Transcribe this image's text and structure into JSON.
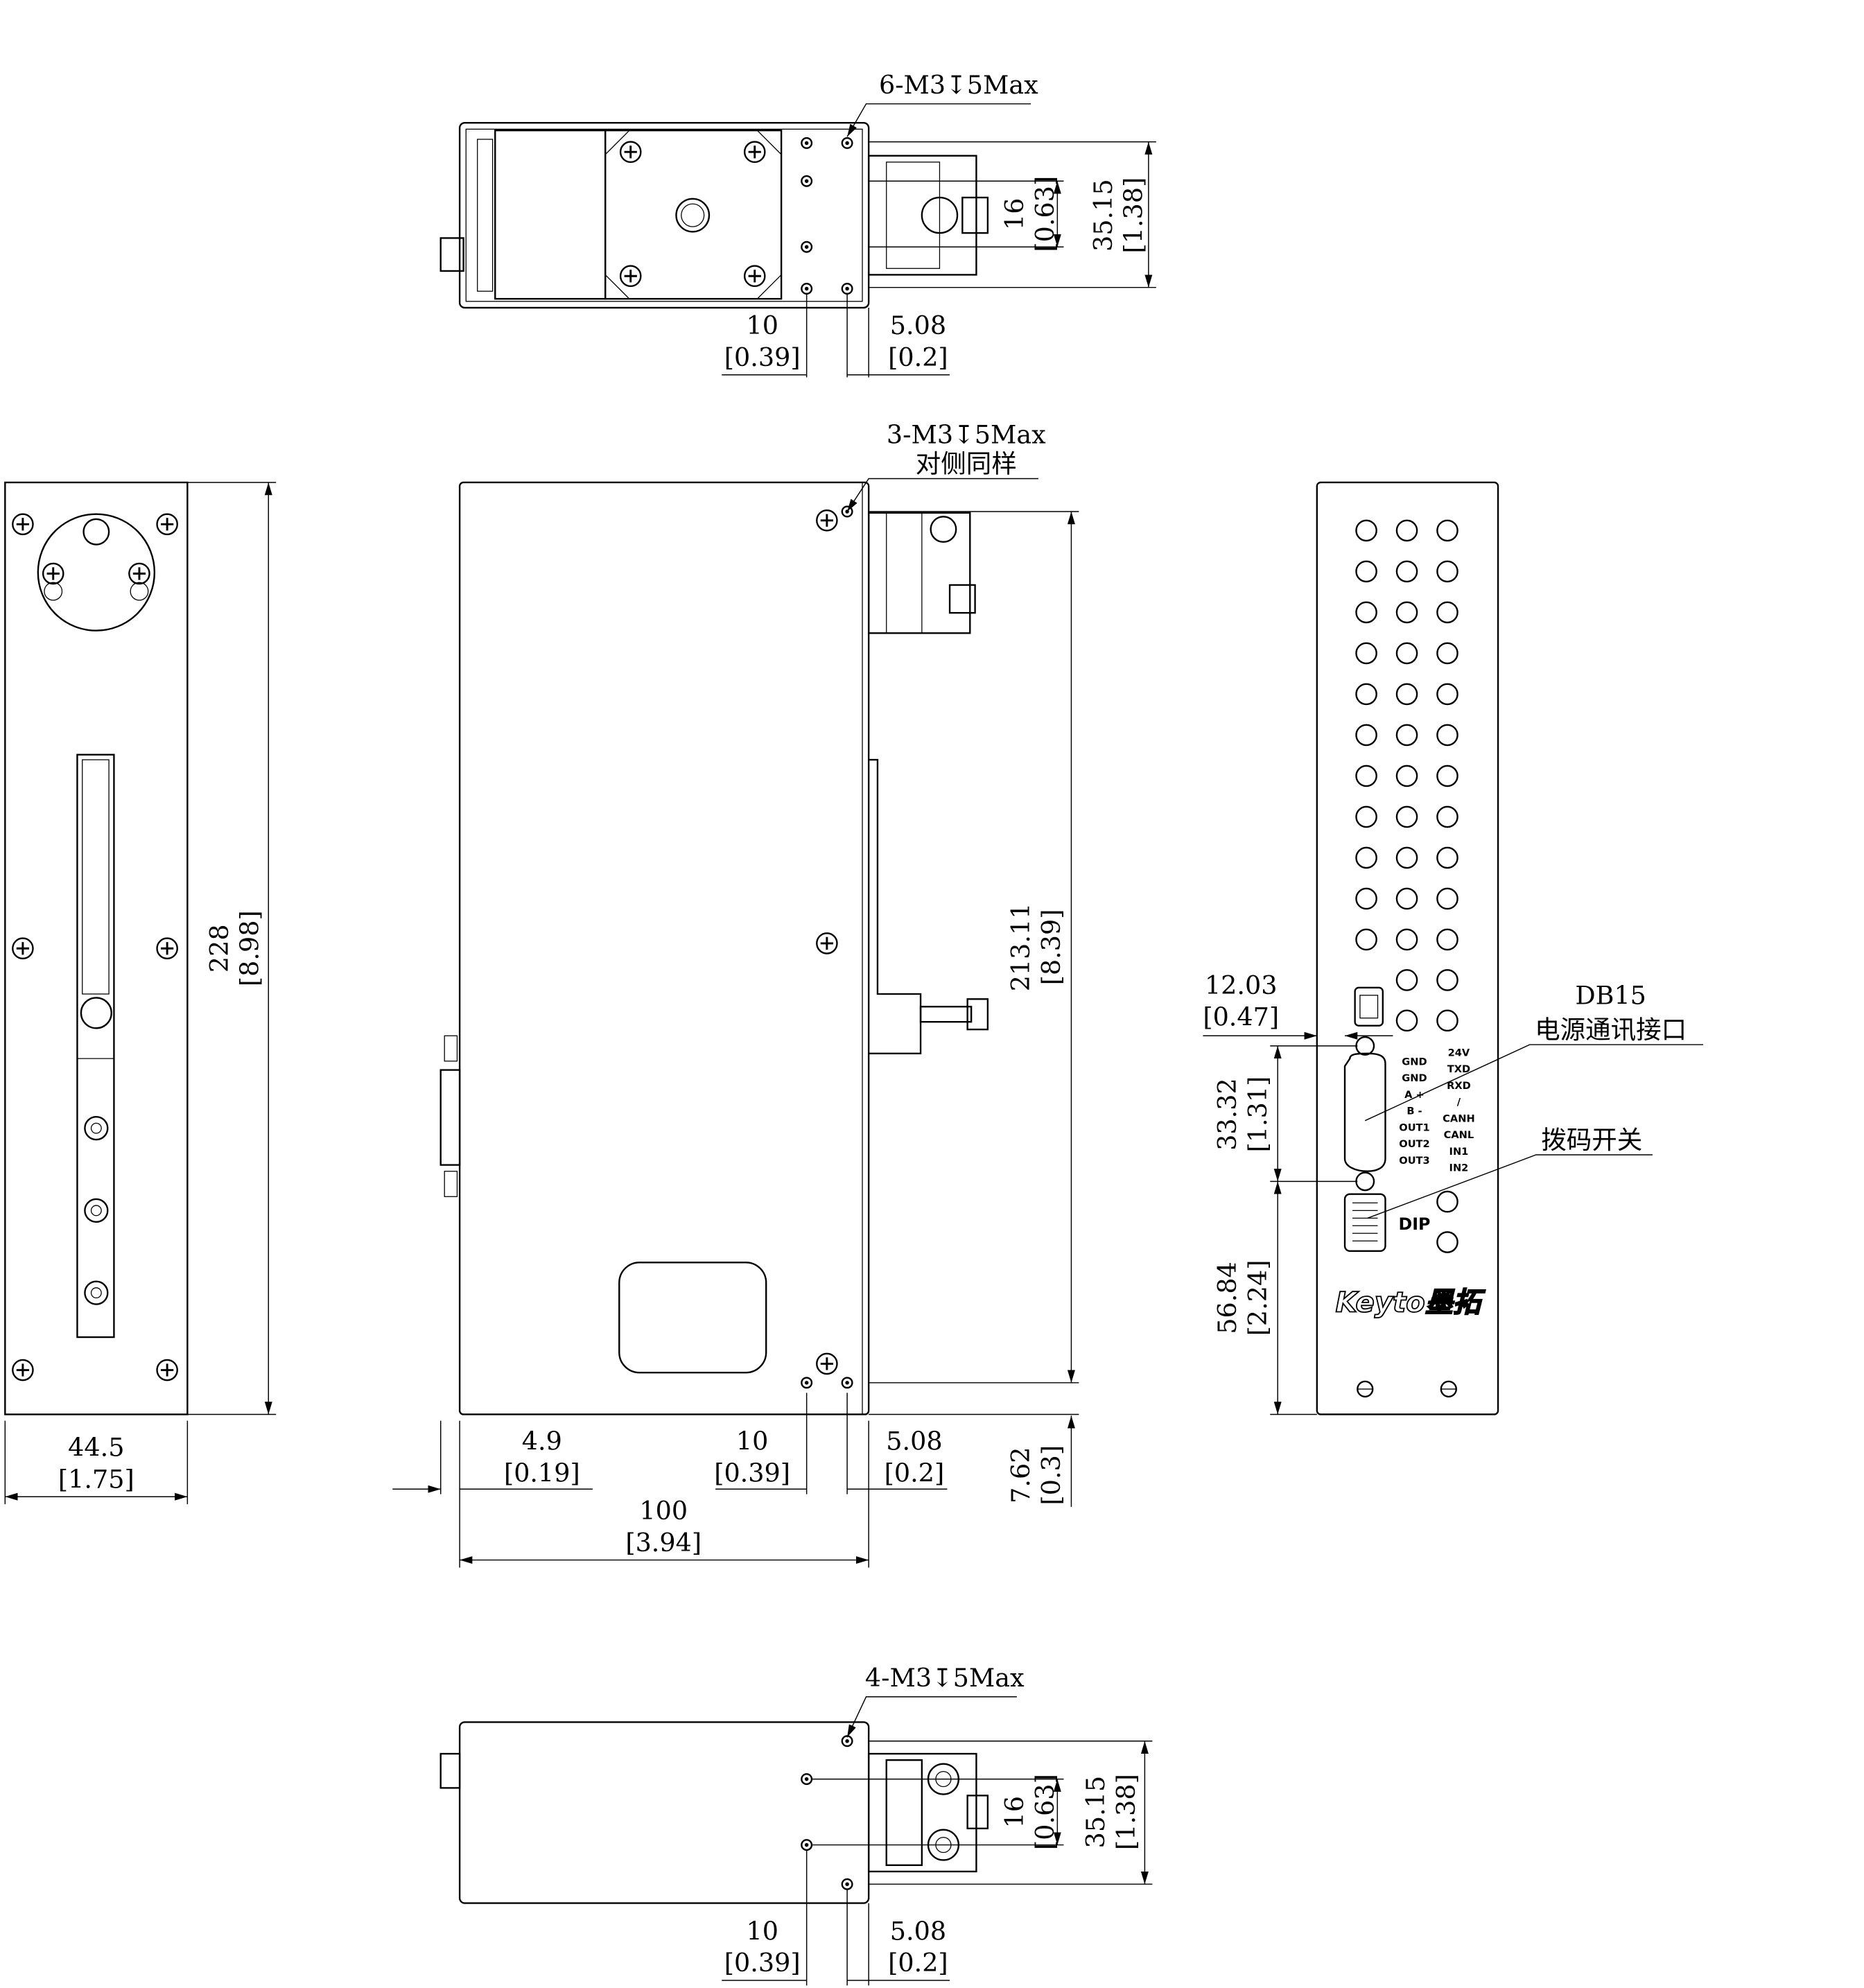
{
  "top_view": {
    "callout": "6-M3↧5Max",
    "dim_height": "35.15",
    "dim_height_in": "[1.38]",
    "dim_spacing": "16",
    "dim_spacing_in": "[0.63]",
    "dim_offset": "10",
    "dim_offset_in": "[0.39]",
    "dim_edge": "5.08",
    "dim_edge_in": "[0.2]"
  },
  "side_view": {
    "dim_height": "228",
    "dim_height_in": "[8.98]",
    "dim_width": "44.5",
    "dim_width_in": "[1.75]"
  },
  "front_view": {
    "callout": "3-M3↧5Max",
    "callout_note": "对侧同样",
    "dim_hole_span": "213.11",
    "dim_hole_span_in": "[8.39]",
    "dim_left": "4.9",
    "dim_left_in": "[0.19]",
    "dim_offset": "10",
    "dim_offset_in": "[0.39]",
    "dim_edge": "5.08",
    "dim_edge_in": "[0.2]",
    "dim_width": "100",
    "dim_width_in": "[3.94]",
    "dim_bottom": "7.62",
    "dim_bottom_in": "[0.3]"
  },
  "panel_view": {
    "dim_connector_x": "12.03",
    "dim_connector_x_in": "[0.47]",
    "dim_db15": "33.32",
    "dim_db15_in": "[1.31]",
    "dim_bottom": "56.84",
    "dim_bottom_in": "[2.24]",
    "db15_label": "DB15",
    "db15_desc": "电源通讯接口",
    "dip_desc": "拨码开关",
    "dip_label": "DIP",
    "pins_left": [
      "GND",
      "GND",
      "A +",
      "B -",
      "OUT1",
      "OUT2",
      "OUT3"
    ],
    "pins_right": [
      "24V",
      "TXD",
      "RXD",
      "/",
      "CANH",
      "CANL",
      "IN1",
      "IN2"
    ],
    "logo": "Keyto墨拓"
  },
  "bottom_view": {
    "callout": "4-M3↧5Max",
    "dim_height": "35.15",
    "dim_height_in": "[1.38]",
    "dim_spacing": "16",
    "dim_spacing_in": "[0.63]",
    "dim_offset": "10",
    "dim_offset_in": "[0.39]",
    "dim_edge": "5.08",
    "dim_edge_in": "[0.2]"
  }
}
